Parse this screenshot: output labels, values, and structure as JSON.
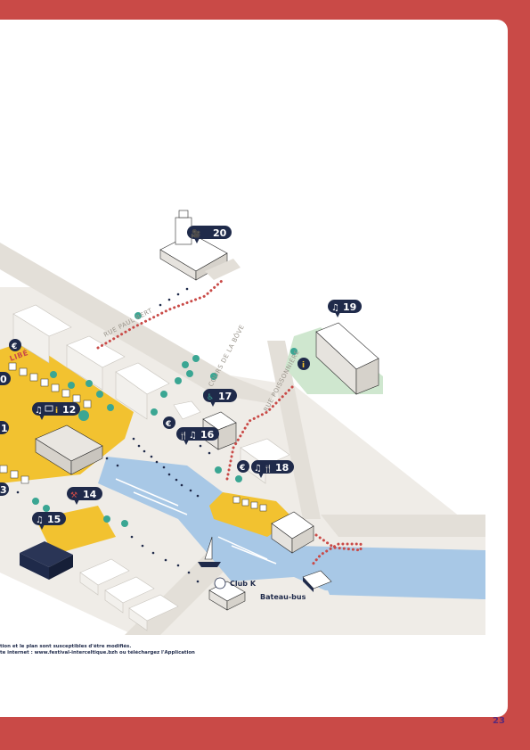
{
  "map": {
    "streets": {
      "rue_paul_bert": "RUE PAUL BERT",
      "cours_de_la_bove": "COURS DE LA BÔVE",
      "rue_poissonniere": "RUE POISSONNIÈRE",
      "partial_left": "LIBÉ"
    },
    "places": {
      "club_k": "Club K",
      "bateau_bus": "Bateau-bus"
    },
    "pins": [
      {
        "id": "pin-20",
        "number": "20",
        "icons": [
          "film-camera-icon"
        ]
      },
      {
        "id": "pin-19",
        "number": "19",
        "icons": [
          "music-note-icon"
        ]
      },
      {
        "id": "pin-17",
        "number": "17",
        "icons": [
          "toilet-icon"
        ]
      },
      {
        "id": "pin-16",
        "number": "16",
        "icons": [
          "cutlery-icon",
          "music-note-icon"
        ]
      },
      {
        "id": "pin-18",
        "number": "18",
        "icons": [
          "euro-icon",
          "music-note-icon",
          "cutlery-icon"
        ]
      },
      {
        "id": "pin-12",
        "number": "12",
        "icons": [
          "music-note-icon",
          "screen-icon",
          "info-icon"
        ]
      },
      {
        "id": "pin-14",
        "number": "14",
        "icons": [
          "crafts-icon"
        ]
      },
      {
        "id": "pin-15",
        "number": "15",
        "icons": [
          "music-note-icon"
        ]
      },
      {
        "id": "pin-partial-0",
        "number": "0",
        "icons": []
      },
      {
        "id": "pin-partial-1",
        "number": "1",
        "icons": []
      },
      {
        "id": "pin-partial-3",
        "number": "3",
        "icons": []
      }
    ],
    "glyphs": {
      "music": "♫",
      "euro": "€",
      "cutlery": "🍴",
      "info": "i",
      "toilet": "♿",
      "camera": "🎥"
    }
  },
  "notes": {
    "line1": "tion et le plan sont susceptibles d'être modifiés.",
    "line2": "te internet : www.festival-interceltique.bzh ou téléchargez l'Application"
  },
  "page_number": "23",
  "colors": {
    "frame": "#c94a47",
    "water": "#a8c8e6",
    "ground": "#ece8e2",
    "road": "#dcd7cf",
    "pin": "#1f2a4a",
    "yellow": "#f2c230",
    "tree": "#3aa693",
    "dotted_route": "#c94a47"
  }
}
